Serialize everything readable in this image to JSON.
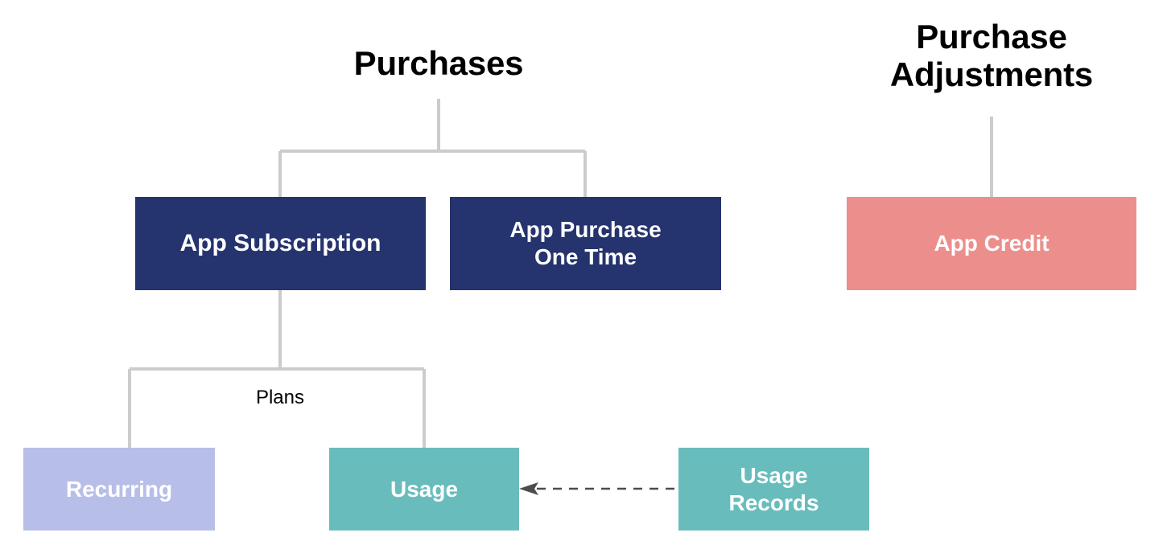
{
  "diagram": {
    "title_left": "Purchases",
    "title_right": "Purchase\nAdjustments",
    "background": "#FFFFFF",
    "connector_color": "#CCCCCC",
    "arrow_color": "#4D4D4D",
    "palette": {
      "dark_blue": "#25336E",
      "salmon": "#EC8F8C",
      "periwinkle": "#B7BEE8",
      "teal": "#68BDBC",
      "text_on_fill": "#FFFFFF",
      "heading_text": "#000000"
    },
    "nodes": [
      {
        "id": "app-subscription",
        "label": "App Subscription",
        "color": "#25336E"
      },
      {
        "id": "app-purchase-one-time",
        "label": "App Purchase\nOne Time",
        "color": "#25336E"
      },
      {
        "id": "app-credit",
        "label": "App Credit",
        "color": "#EC8F8C"
      },
      {
        "id": "recurring",
        "label": "Recurring",
        "color": "#B7BEE8"
      },
      {
        "id": "usage",
        "label": "Usage",
        "color": "#68BDBC"
      },
      {
        "id": "usage-records",
        "label": "Usage\nRecords",
        "color": "#68BDBC"
      }
    ],
    "edge_labels": {
      "plans": "Plans"
    },
    "edges": [
      {
        "from": "Purchases",
        "to": "App Subscription",
        "style": "solid"
      },
      {
        "from": "Purchases",
        "to": "App Purchase One Time",
        "style": "solid"
      },
      {
        "from": "App Subscription",
        "to": "Recurring",
        "style": "solid",
        "label": "Plans"
      },
      {
        "from": "App Subscription",
        "to": "Usage",
        "style": "solid",
        "label": "Plans"
      },
      {
        "from": "Purchase Adjustments",
        "to": "App Credit",
        "style": "solid"
      },
      {
        "from": "Usage Records",
        "to": "Usage",
        "style": "dashed",
        "arrow": "left"
      }
    ]
  }
}
